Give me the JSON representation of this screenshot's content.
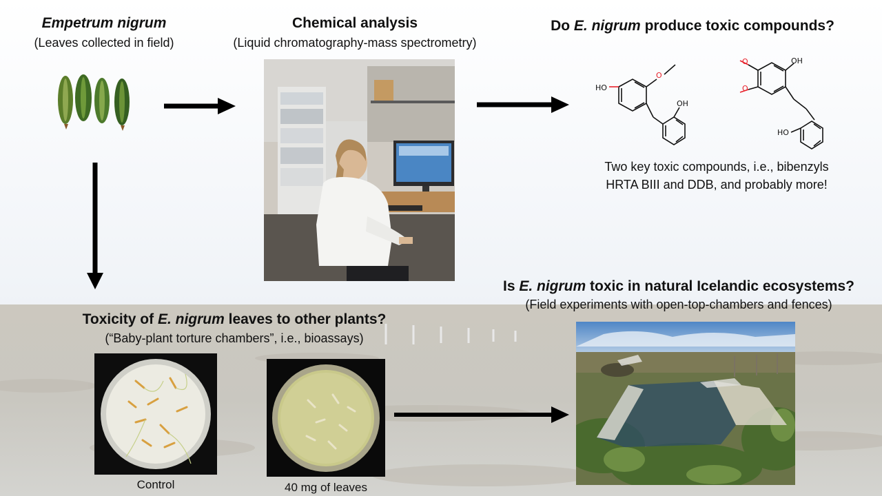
{
  "empetrum": {
    "title": "Empetrum nigrum",
    "subtitle": "(Leaves collected in field)"
  },
  "chemical": {
    "title": "Chemical analysis",
    "subtitle": "(Liquid chromatography-mass spectrometry)"
  },
  "toxic_compounds": {
    "title_pre": "Do ",
    "title_italic": "E. nigrum",
    "title_post": " produce toxic compounds?",
    "desc_line1": "Two key toxic compounds, i.e., bibenzyls",
    "desc_line2": "HRTA BIII and DDB, and probably more!",
    "label_o": "O",
    "label_ho": "HO",
    "label_oh": "OH"
  },
  "icelandic": {
    "title_pre": "Is ",
    "title_italic": "E. nigrum",
    "title_post": " toxic in natural Icelandic ecosystems?",
    "subtitle": "(Field experiments with open-top-chambers and fences)"
  },
  "bioassay": {
    "title_pre": "Toxicity of ",
    "title_italic": "E. nigrum",
    "title_post": " leaves to other plants?",
    "subtitle": "(“Baby-plant torture chambers”, i.e., bioassays)",
    "control_caption": "Control",
    "treatment_caption": "40 mg of leaves"
  },
  "colors": {
    "oxygen": "#e8202a",
    "bond": "#111111",
    "arrow": "#000000"
  }
}
